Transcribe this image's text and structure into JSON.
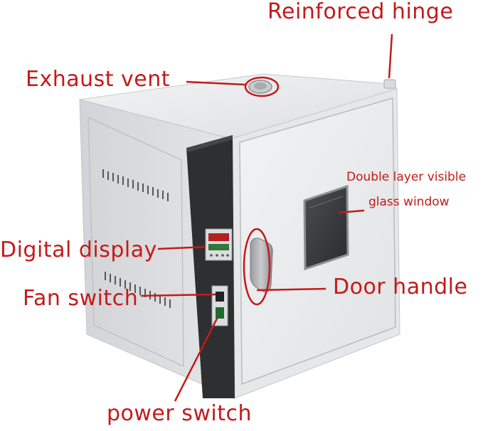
{
  "labels": {
    "reinforced_hinge": "Reinforced hinge",
    "exhaust_vent": "Exhaust vent",
    "double_layer_line1": "Double layer visible",
    "double_layer_line2": "glass window",
    "digital_display": "Digital display",
    "door_handle": "Door handle",
    "fan_switch": "Fan switch",
    "power_switch": "power switch"
  },
  "colors": {
    "annotation": "#c41a1a",
    "cabinet_light": "#e9eaec",
    "cabinet_mid": "#d7d9dc",
    "control_panel": "#2e2f31",
    "window_glass": "#3a3c3f"
  }
}
